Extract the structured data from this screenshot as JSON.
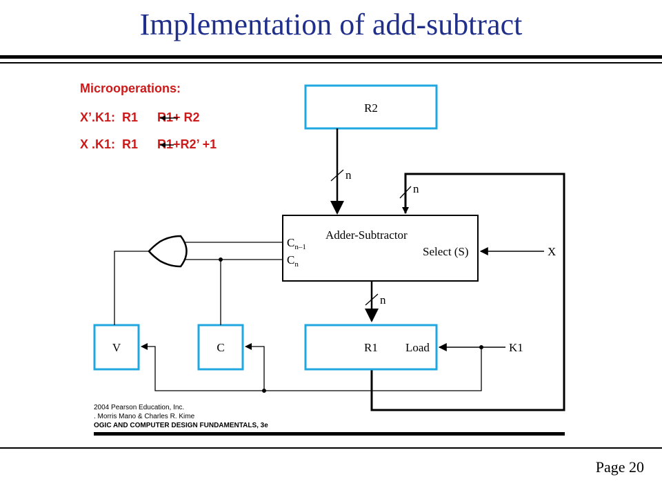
{
  "slide": {
    "title": "Implementation of add-subtract",
    "page": "Page 20"
  },
  "microops": {
    "heading": "Microoperations:",
    "line1_cond": "X’.K1:  R1",
    "line1_expr": "R1+ R2",
    "line2_cond": "X .K1:  R1",
    "line2_expr": "R1+R2’ +1"
  },
  "diagram": {
    "r2": "R2",
    "r1": "R1",
    "load": "Load",
    "v": "V",
    "c": "C",
    "adder": "Adder-Subtractor",
    "cn1": "C",
    "cn1_sub": "n–1",
    "cn": "C",
    "cn_sub": "n",
    "select": "Select (S)",
    "x": "X",
    "k1": "K1",
    "n1": "n",
    "n2": "n",
    "n3": "n"
  },
  "credit": {
    "line1": "2004 Pearson Education, Inc.",
    "line2": ". Morris Mano & Charles R. Kime",
    "line3": "OGIC AND COMPUTER DESIGN FUNDAMENTALS, 3e"
  },
  "colors": {
    "title": "#1f2f8a",
    "microops": "#cc1a1a",
    "register_border": "#1fa7e0"
  }
}
